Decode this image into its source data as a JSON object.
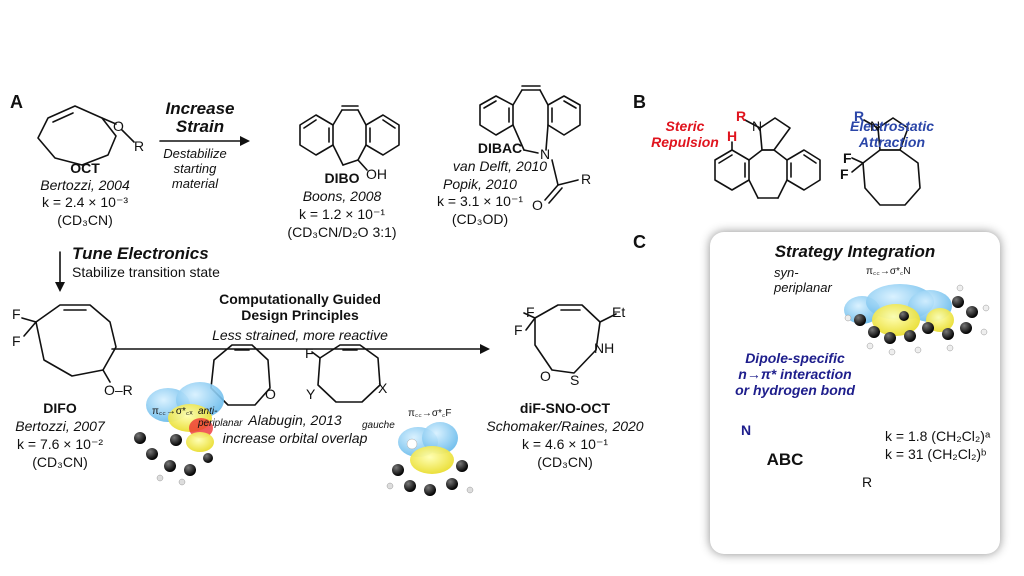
{
  "panels": {
    "a": "A",
    "b": "B",
    "c": "C"
  },
  "a": {
    "oct": {
      "label": "OCT",
      "author": "Bertozzi, 2004",
      "k": "k = 2.4 × 10⁻³",
      "solvent": "(CD₃CN)",
      "sub": "R",
      "o": "O"
    },
    "strain": {
      "title_line1": "Increase",
      "title_line2": "Strain",
      "desc_line1": "Destabilize",
      "desc_line2": "starting",
      "desc_line3": "material"
    },
    "dibo": {
      "label": "DIBO",
      "author": "Boons, 2008",
      "k": "k = 1.2 × 10⁻¹",
      "solvent": "(CD₃CN/D₂O 3:1)",
      "oh": "OH"
    },
    "dibac": {
      "label": "DIBAC",
      "author1": "van Delft, 2010",
      "author2": "Popik, 2010",
      "k": "k = 3.1 × 10⁻¹",
      "solvent": "(CD₃OD)",
      "n": "N",
      "o": "O",
      "r": "R"
    },
    "electronics": {
      "title": "Tune Electronics",
      "desc": "Stabilize transition state"
    },
    "difo": {
      "label": "DIFO",
      "author": "Bertozzi, 2007",
      "k": "k = 7.6 × 10⁻²",
      "solvent": "(CD₃CN)",
      "f": "F",
      "or": "O–R"
    },
    "guided": {
      "title_line1": "Computationally Guided",
      "title_line2": "Design Principles",
      "desc": "Less strained, more reactive"
    },
    "alabugin": {
      "author": "Alabugin, 2013",
      "desc": "increase orbital overlap"
    },
    "orbital1": {
      "label": "π꜀꜀→σ*꜀ₓ",
      "conf_line1": "anti-",
      "conf_line2": "periplanar",
      "o": "O"
    },
    "orbital2": {
      "label": "π꜀꜀→σ*꜀F",
      "conf": "gauche",
      "f": "F",
      "y": "Y",
      "x": "X"
    },
    "difsno": {
      "label": "diF-SNO-OCT",
      "author": "Schomaker/Raines, 2020",
      "k": "k = 4.6 × 10⁻¹",
      "solvent": "(CD₃CN)",
      "et": "Et",
      "nh": "NH",
      "o": "O",
      "s": "S"
    }
  },
  "b": {
    "steric_line1": "Steric",
    "steric_line2": "Repulsion",
    "electro_line1": "Electrostatic",
    "electro_line2": "Attraction",
    "r": "R",
    "h": "H",
    "f": "F",
    "n": "N"
  },
  "c": {
    "title": "Strategy Integration",
    "syn_line1": "syn-",
    "syn_line2": "periplanar",
    "orbital": "π꜀꜀→σ*꜀N",
    "dipole_line1": "Dipole-specific",
    "dipole_line2": "n→π* interaction",
    "dipole_line3": "or hydrogen bond",
    "abc": "ABC",
    "n": "N",
    "r": "R",
    "k1": "k = 1.8 (CH₂Cl₂)ᵃ",
    "k2": "k = 31 (CH₂Cl₂)ᵇ"
  },
  "colors": {
    "steric": "#e0141e",
    "electrostatic": "#2b46a8",
    "orbital_blue": "#7cc6f2",
    "orbital_yellow": "#f2ea3c",
    "dipole": "#1e1e8c"
  }
}
